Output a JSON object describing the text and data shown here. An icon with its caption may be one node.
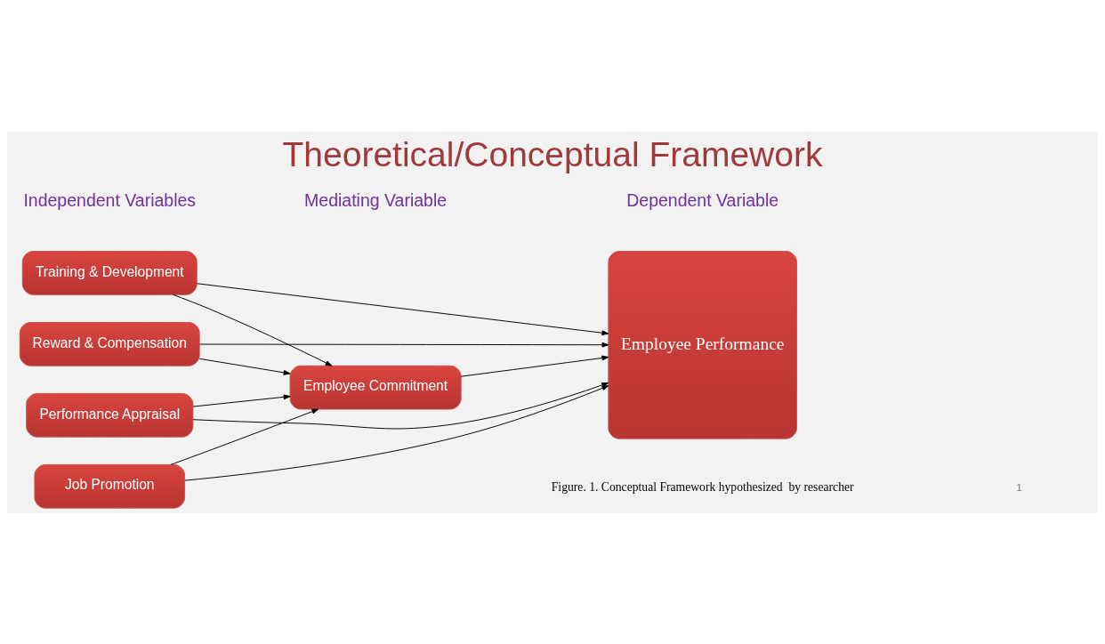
{
  "diagram": {
    "title": "Theoretical/Conceptual Framework",
    "caption": "Figure. 1. Conceptual Framework hypothesized  by researcher",
    "nodes": [
      {
        "text": [
          "Training & Development"
        ]
      },
      {
        "text": [
          "Reward & Compensation"
        ]
      },
      {
        "text": [
          "Performance Appraisal"
        ]
      },
      {
        "text": [
          "Job Promotion"
        ]
      },
      {
        "text": [
          "Employee Commitment"
        ]
      },
      {
        "text": [
          "Employee Performance"
        ]
      }
    ],
    "edges": [
      {
        "from": 0,
        "to": 4,
        "arrow": "to"
      },
      {
        "from": 1,
        "to": 4,
        "arrow": "to"
      },
      {
        "from": 2,
        "to": 4,
        "arrow": "to"
      },
      {
        "from": 3,
        "to": 4,
        "arrow": "to"
      },
      {
        "from": 0,
        "to": 5,
        "arrow": "to"
      },
      {
        "from": 1,
        "to": 5,
        "arrow": "to"
      },
      {
        "from": 2,
        "to": 5,
        "arrow": "to"
      },
      {
        "from": 3,
        "to": 5,
        "arrow": "to"
      },
      {
        "from": 4,
        "to": 5,
        "arrow": "to"
      }
    ],
    "labels": [
      "Independent Variables",
      "Mediating Variable",
      "Dependent Variable",
      "1"
    ]
  }
}
